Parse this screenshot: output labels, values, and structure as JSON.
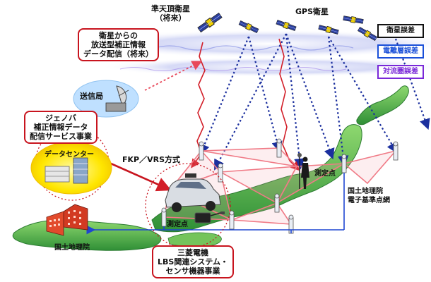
{
  "labels": {
    "qzss": [
      "準天頂衛星",
      "（将来）"
    ],
    "gps": "GPS衛星",
    "broadcast": [
      "衛星からの",
      "放送型補正情報",
      "データ配信（将来）"
    ],
    "station": "送信局",
    "jenoba": [
      "ジェノバ",
      "補正情報データ",
      "配信サービス事業"
    ],
    "datacenter": "データセンター",
    "fkp": "FKP／VRS方式",
    "point_right": "測定点",
    "point_car": "測定点",
    "gsi_net": [
      "国土地理院",
      "電子基準点網"
    ],
    "gsi": "国土地理院",
    "mitsubishi": [
      "三菱電機",
      "LBS関連システム・",
      "センサ機器事業"
    ]
  },
  "legend": [
    {
      "text": "衛星誤差",
      "color": "#111111"
    },
    {
      "text": "電離層誤差",
      "color": "#1a4fd8"
    },
    {
      "text": "対流圏誤差",
      "color": "#7a28d8"
    }
  ],
  "colors": {
    "red": "#d21e28",
    "blue": "#1e46d2",
    "land": "#2f8f36",
    "land_light": "#7fcf63",
    "haze": "#c8cdf3"
  },
  "icons": [
    "satellite-icon",
    "dish-antenna-icon",
    "server-building-icon",
    "car-icon",
    "surveyor-icon",
    "reference-station-icon",
    "building-icon",
    "receiver-device-icon"
  ]
}
